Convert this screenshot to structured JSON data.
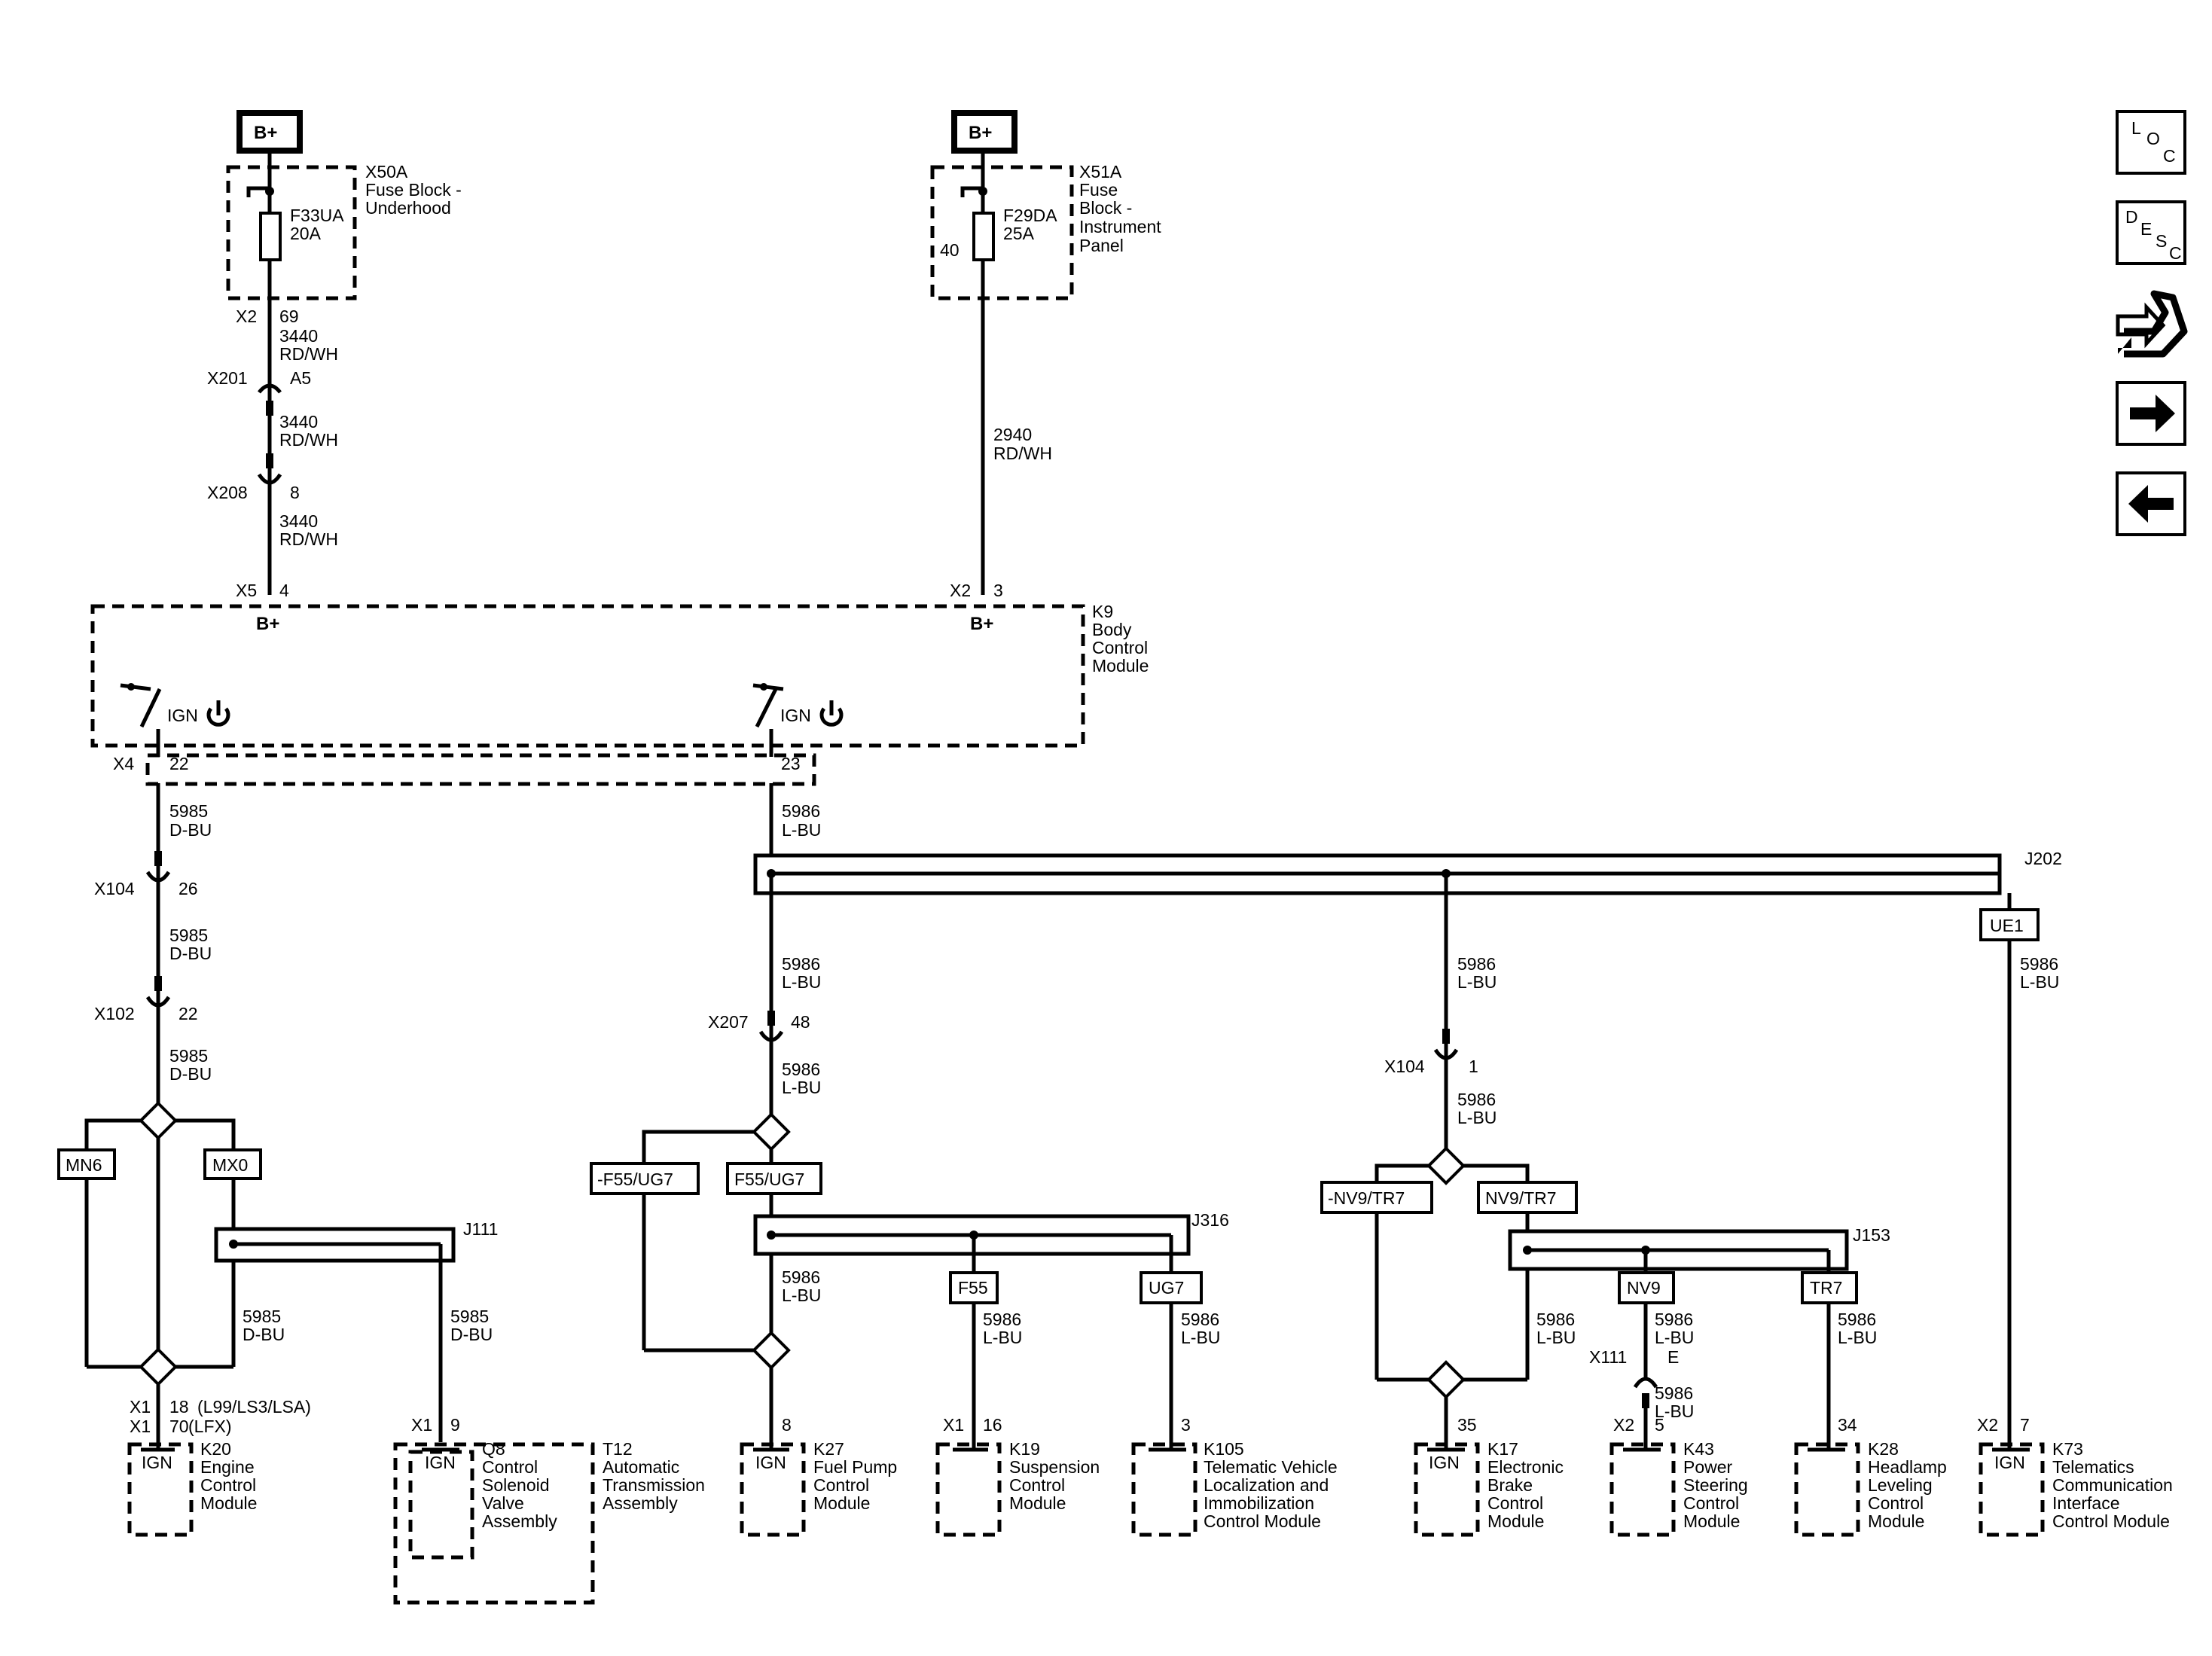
{
  "nav": {
    "loc_label": [
      "L",
      "O",
      "C"
    ],
    "desc_label": [
      "D",
      "E",
      "S",
      "C"
    ],
    "tools_icon": "connector-tools-icon",
    "next_icon": "arrow-right-icon",
    "prev_icon": "arrow-left-icon"
  },
  "power": {
    "left": {
      "source": "B+",
      "fuse_block_id": "X50A",
      "fuse_block_name": [
        "Fuse Block -",
        "Underhood"
      ],
      "fuse_id": "F33UA",
      "fuse_rating": "20A",
      "out_connector": "X2",
      "out_pin": "69",
      "wire1_circuit": "3440",
      "wire1_color": "RD/WH",
      "inline1_connector": "X201",
      "inline1_pin": "A5",
      "wire2_circuit": "3440",
      "wire2_color": "RD/WH",
      "inline2_connector": "X208",
      "inline2_pin": "8",
      "wire3_circuit": "3440",
      "wire3_color": "RD/WH",
      "bcm_connector": "X5",
      "bcm_pin": "4",
      "bcm_label": "B+"
    },
    "right": {
      "source": "B+",
      "fuse_block_id": "X51A",
      "fuse_block_name": [
        "Fuse",
        "Block -",
        "Instrument",
        "Panel"
      ],
      "fuse_id": "F29DA",
      "fuse_rating": "25A",
      "fuse_cavity": "40",
      "wire_circuit": "2940",
      "wire_color": "RD/WH",
      "bcm_connector": "X2",
      "bcm_pin": "3",
      "bcm_label": "B+"
    }
  },
  "bcm": {
    "id": "K9",
    "name": [
      "Body",
      "Control",
      "Module"
    ],
    "switch_label": "IGN",
    "out_left_connector": "X4",
    "out_left_pin": "22",
    "out_right_pin": "23"
  },
  "left_branch": {
    "wire1_circuit": "5985",
    "wire1_color": "D-BU",
    "inline1_connector": "X104",
    "inline1_pin": "26",
    "wire2_circuit": "5985",
    "wire2_color": "D-BU",
    "inline2_connector": "X102",
    "inline2_pin": "22",
    "wire3_circuit": "5985",
    "wire3_color": "D-BU",
    "option_a": "MN6",
    "option_b": "MX0",
    "splice": "J111",
    "wire4_circuit": "5985",
    "wire4_color": "D-BU",
    "wire5_circuit": "5985",
    "wire5_color": "D-BU",
    "ecm_connector_a": "X1",
    "ecm_pin_a": "18",
    "ecm_note_a": "(L99/LS3/LSA)",
    "ecm_connector_b": "X1",
    "ecm_pin_b": "70",
    "ecm_note_b": "(LFX)",
    "ecm_id": "K20",
    "ecm_name": [
      "Engine",
      "Control",
      "Module"
    ],
    "ecm_ign": "IGN",
    "tcm_connector": "X1",
    "tcm_pin": "9",
    "q8_id": "Q8",
    "q8_name": [
      "Control",
      "Solenoid",
      "Valve",
      "Assembly"
    ],
    "q8_ign": "IGN",
    "t12_id": "T12",
    "t12_name": [
      "Automatic",
      "Transmission",
      "Assembly"
    ]
  },
  "right_branch": {
    "wire1_circuit": "5986",
    "wire1_color": "L-BU",
    "splice_main": "J202",
    "ue1_option": "UE1",
    "k27_feed_circuit": "5986",
    "k27_feed_color": "L-BU",
    "inline_x207": "X207",
    "inline_x207_pin": "48",
    "k27_feed2_circuit": "5986",
    "k27_feed2_color": "L-BU",
    "opt_neg_f55": "-F55/UG7",
    "opt_f55": "F55/UG7",
    "splice_j316": "J316",
    "k27_wire_circuit": "5986",
    "k27_wire_color": "L-BU",
    "opt_f55_only": "F55",
    "opt_ug7": "UG7",
    "k19_wire_circuit": "5986",
    "k19_wire_color": "L-BU",
    "k105_wire_circuit": "5986",
    "k105_wire_color": "L-BU",
    "k27_pin": "8",
    "k27_id": "K27",
    "k27_name": [
      "Fuel Pump",
      "Control",
      "Module"
    ],
    "k27_ign": "IGN",
    "k19_connector": "X1",
    "k19_pin": "16",
    "k19_id": "K19",
    "k19_name": [
      "Suspension",
      "Control",
      "Module"
    ],
    "k105_pin": "3",
    "k105_id": "K105",
    "k105_name": [
      "Telematic Vehicle",
      "Localization and",
      "Immobilization",
      "Control Module"
    ],
    "mid_wire_circuit": "5986",
    "mid_wire_color": "L-BU",
    "inline_x104": "X104",
    "inline_x104_pin": "1",
    "mid_wire2_circuit": "5986",
    "mid_wire2_color": "L-BU",
    "opt_neg_nv9": "-NV9/TR7",
    "opt_nv9_tr7": "NV9/TR7",
    "splice_j153": "J153",
    "opt_nv9": "NV9",
    "opt_tr7": "TR7",
    "k17_wire_circuit": "5986",
    "k17_wire_color": "L-BU",
    "k43_wire1_circuit": "5986",
    "k43_wire1_color": "L-BU",
    "inline_x111": "X111",
    "inline_x111_pin": "E",
    "k43_wire2_circuit": "5986",
    "k43_wire2_color": "L-BU",
    "k28_wire_circuit": "5986",
    "k28_wire_color": "L-BU",
    "k17_pin": "35",
    "k17_id": "K17",
    "k17_name": [
      "Electronic",
      "Brake",
      "Control",
      "Module"
    ],
    "k17_ign": "IGN",
    "k43_connector": "X2",
    "k43_pin": "5",
    "k43_id": "K43",
    "k43_name": [
      "Power",
      "Steering",
      "Control",
      "Module"
    ],
    "k28_pin": "34",
    "k28_id": "K28",
    "k28_name": [
      "Headlamp",
      "Leveling",
      "Control",
      "Module"
    ],
    "k73_wire_circuit": "5986",
    "k73_wire_color": "L-BU",
    "k73_connector": "X2",
    "k73_pin": "7",
    "k73_id": "K73",
    "k73_name": [
      "Telematics",
      "Communication",
      "Interface",
      "Control Module"
    ],
    "k73_ign": "IGN"
  }
}
